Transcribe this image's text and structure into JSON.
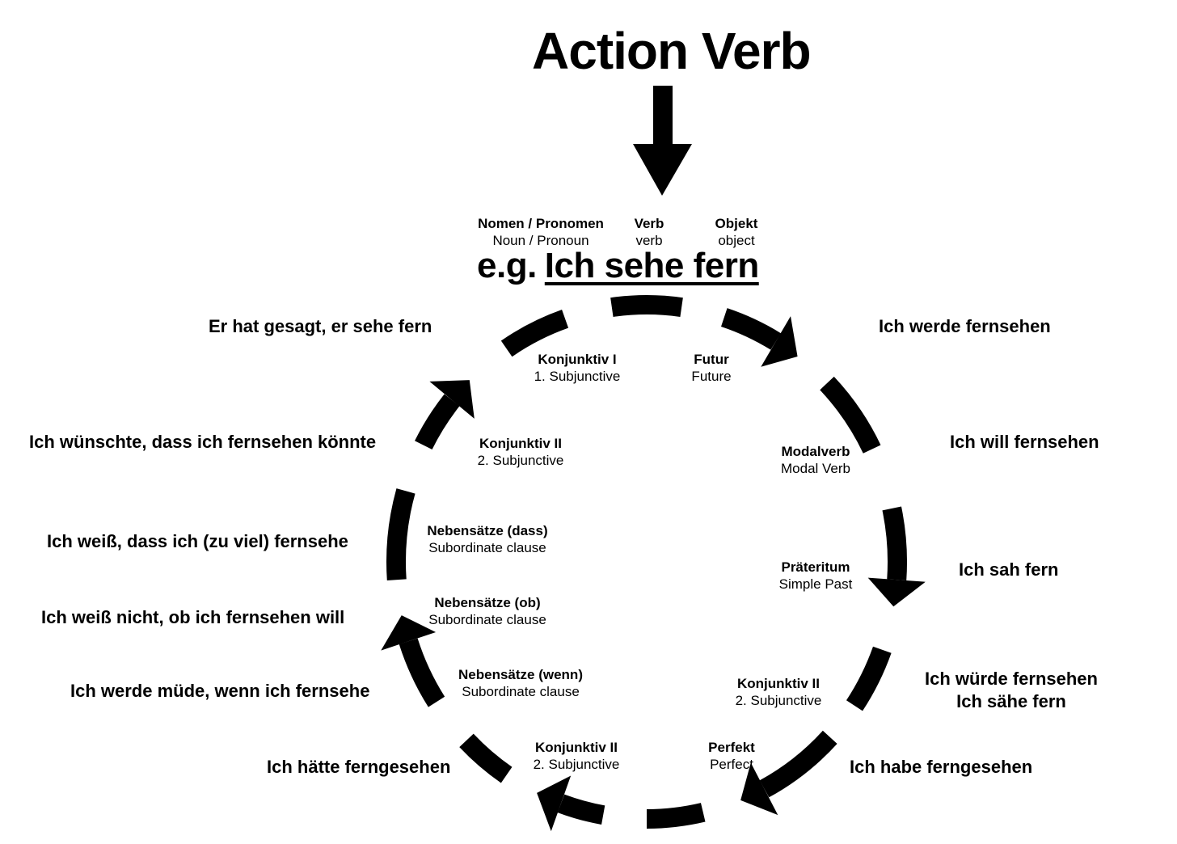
{
  "title": "Action Verb",
  "header_labels": [
    {
      "bold": "Nomen / Pronomen",
      "normal": "Noun / Pronoun"
    },
    {
      "bold": "Verb",
      "normal": "verb"
    },
    {
      "bold": "Objekt",
      "normal": "object"
    }
  ],
  "example": {
    "prefix": "e.g.",
    "sentence": "Ich sehe fern"
  },
  "inner_labels": [
    {
      "bold": "Futur",
      "normal": "Future"
    },
    {
      "bold": "Modalverb",
      "normal": "Modal Verb"
    },
    {
      "bold": "Präteritum",
      "normal": "Simple Past"
    },
    {
      "bold": "Konjunktiv II",
      "normal": "2. Subjunctive"
    },
    {
      "bold": "Perfekt",
      "normal": "Perfect"
    },
    {
      "bold": "Konjunktiv II",
      "normal": "2. Subjunctive"
    },
    {
      "bold": "Nebensätze (wenn)",
      "normal": "Subordinate clause"
    },
    {
      "bold": "Nebensätze (ob)",
      "normal": "Subordinate clause"
    },
    {
      "bold": "Nebensätze (dass)",
      "normal": "Subordinate clause"
    },
    {
      "bold": "Konjunktiv II",
      "normal": "2. Subjunctive"
    },
    {
      "bold": "Konjunktiv I",
      "normal": "1.    Subjunctive"
    }
  ],
  "examples": [
    {
      "lines": [
        "Ich werde fernsehen"
      ]
    },
    {
      "lines": [
        "Ich will fernsehen"
      ]
    },
    {
      "lines": [
        "Ich sah fern"
      ]
    },
    {
      "lines": [
        "Ich würde fernsehen",
        "Ich sähe fern"
      ]
    },
    {
      "lines": [
        "Ich habe ferngesehen"
      ]
    },
    {
      "lines": [
        "Ich hätte ferngesehen"
      ]
    },
    {
      "lines": [
        "Ich werde müde, wenn ich fernsehe"
      ]
    },
    {
      "lines": [
        "Ich weiß nicht, ob ich fernsehen will"
      ]
    },
    {
      "lines": [
        "Ich weiß, dass ich (zu viel) fernsehe"
      ]
    },
    {
      "lines": [
        "Ich wünschte, dass ich fernsehen könnte"
      ]
    },
    {
      "lines": [
        "Er hat gesagt, er sehe fern"
      ]
    }
  ]
}
